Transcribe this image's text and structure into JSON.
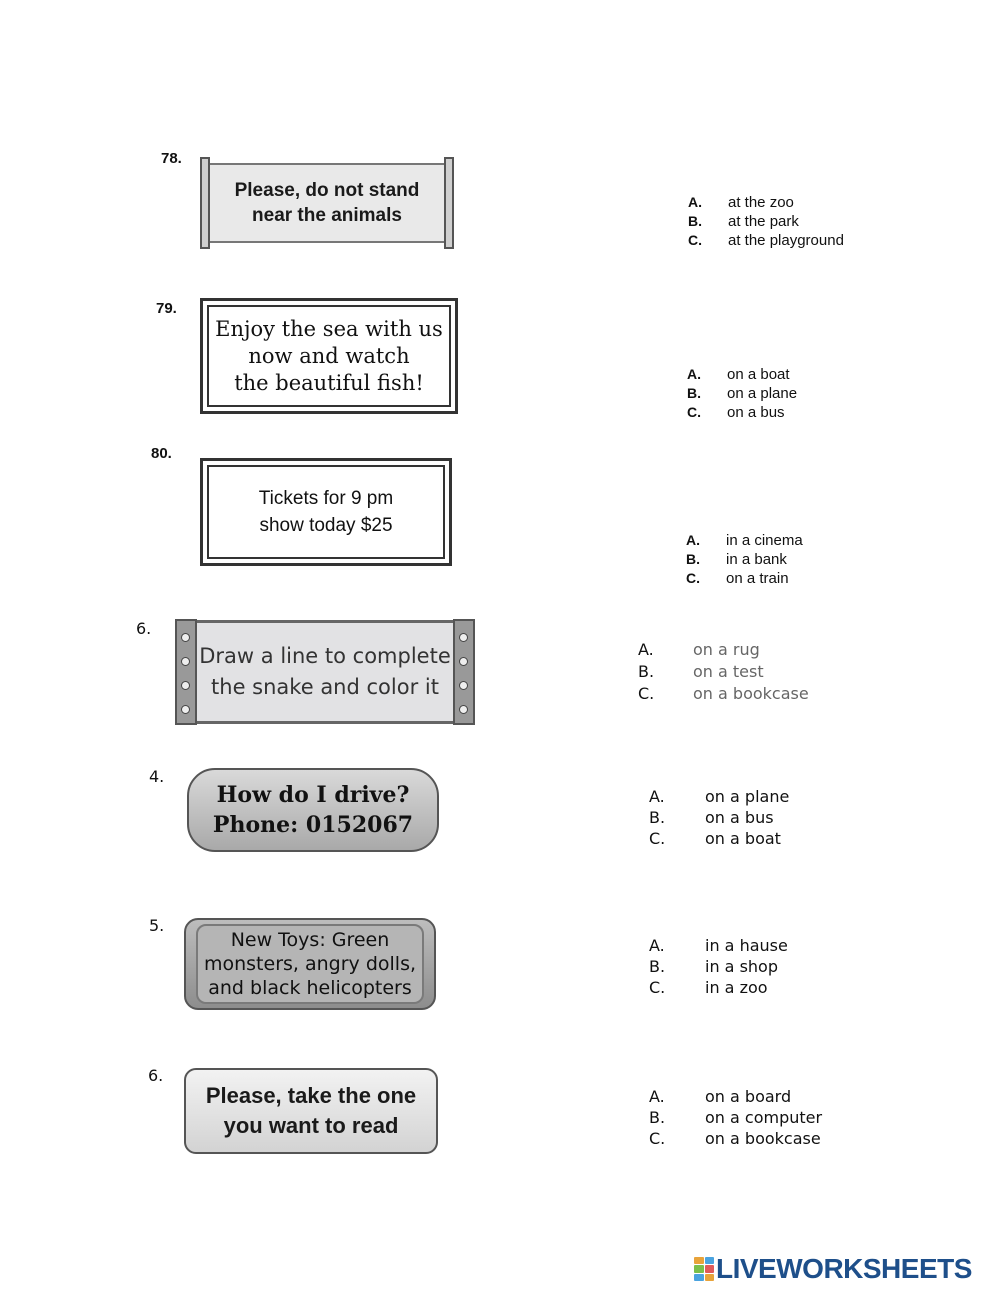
{
  "questions": [
    {
      "number": "78.",
      "sign_lines": [
        "Please, do not stand",
        "near the animals"
      ],
      "options": [
        {
          "letter": "A.",
          "text": "at the zoo"
        },
        {
          "letter": "B.",
          "text": "at the park"
        },
        {
          "letter": "C.",
          "text": "at the playground"
        }
      ]
    },
    {
      "number": "79.",
      "sign_lines": [
        "Enjoy the sea with us",
        "now and watch",
        "the beautiful fish!"
      ],
      "options": [
        {
          "letter": "A.",
          "text": "on a boat"
        },
        {
          "letter": "B.",
          "text": "on a plane"
        },
        {
          "letter": "C.",
          "text": "on a bus"
        }
      ]
    },
    {
      "number": "80.",
      "sign_lines": [
        "Tickets for 9 pm",
        "show today $25"
      ],
      "options": [
        {
          "letter": "A.",
          "text": "in a cinema"
        },
        {
          "letter": "B.",
          "text": "in a bank"
        },
        {
          "letter": "C.",
          "text": "on a train"
        }
      ]
    },
    {
      "number": "6.",
      "sign_lines": [
        "Draw a line to complete",
        "the snake and color it"
      ],
      "options": [
        {
          "letter": "A.",
          "text": "on a rug"
        },
        {
          "letter": "B.",
          "text": "on a test"
        },
        {
          "letter": "C.",
          "text": "on a bookcase"
        }
      ]
    },
    {
      "number": "4.",
      "sign_lines": [
        "How do I drive?",
        "Phone: 0152067"
      ],
      "options": [
        {
          "letter": "A.",
          "text": "on a plane"
        },
        {
          "letter": "B.",
          "text": "on a bus"
        },
        {
          "letter": "C.",
          "text": "on a boat"
        }
      ]
    },
    {
      "number": "5.",
      "sign_lines": [
        "New Toys: Green",
        "monsters, angry dolls,",
        "and black helicopters"
      ],
      "options": [
        {
          "letter": "A.",
          "text": "in a hause"
        },
        {
          "letter": "B.",
          "text": "in a shop"
        },
        {
          "letter": "C.",
          "text": "in a zoo"
        }
      ]
    },
    {
      "number": "6.",
      "sign_lines": [
        "Please, take the one",
        "you want to read"
      ],
      "options": [
        {
          "letter": "A.",
          "text": "on a board"
        },
        {
          "letter": "B.",
          "text": "on a computer"
        },
        {
          "letter": "C.",
          "text": "on a bookcase"
        }
      ]
    }
  ],
  "footer": {
    "logo_text": "LIVEWORKSHEETS",
    "logo_icon": "liveworksheets-logo-icon",
    "brand_color": "#1e4f8a"
  }
}
